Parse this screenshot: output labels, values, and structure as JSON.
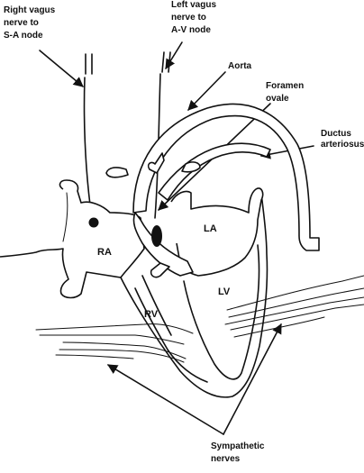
{
  "labels": {
    "right_vagus": [
      "Right vagus",
      "nerve to",
      "S-A node"
    ],
    "left_vagus": [
      "Left vagus",
      "nerve to",
      "A-V node"
    ],
    "aorta": [
      "Aorta"
    ],
    "foramen_ovale": [
      "Foramen",
      "ovale"
    ],
    "ductus_arteriosus": [
      "Ductus",
      "arteriosus"
    ],
    "sympathetic_nerves": [
      "Sympathetic",
      "nerves"
    ]
  },
  "chambers": {
    "ra": "RA",
    "la": "LA",
    "rv": "RV",
    "lv": "LV"
  },
  "colors": {
    "ink": "#111111",
    "background": "#ffffff"
  }
}
